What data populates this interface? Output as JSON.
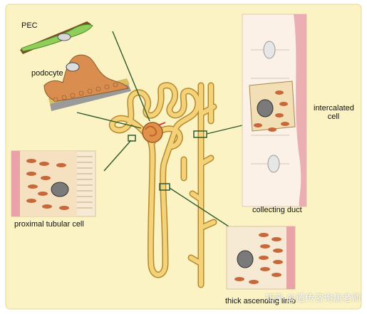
{
  "labels": {
    "pec": "PEC",
    "podocyte": "podocyte",
    "proximal": "proximal tubular cell",
    "intercalated_line1": "intercalated",
    "intercalated_line2": "cell",
    "collecting": "collecting duct",
    "thick_limb": "thick ascending limb"
  },
  "watermark": "知乎 @遗传咨询焦老师",
  "colors": {
    "background": "#fbf3c4",
    "tubule_fill": "#f3d27a",
    "tubule_stroke": "#b7892a",
    "glomerulus": "#e0914a",
    "pec_cell": "#8fcf59",
    "podocyte_cell": "#d98d4f",
    "membrane_pink": "#e8a2a8",
    "duct_fill": "#fbf1e6",
    "mitochondria": "#c8683a",
    "nucleus": "#7a7a7a",
    "leader_line": "#2d5a2d"
  }
}
